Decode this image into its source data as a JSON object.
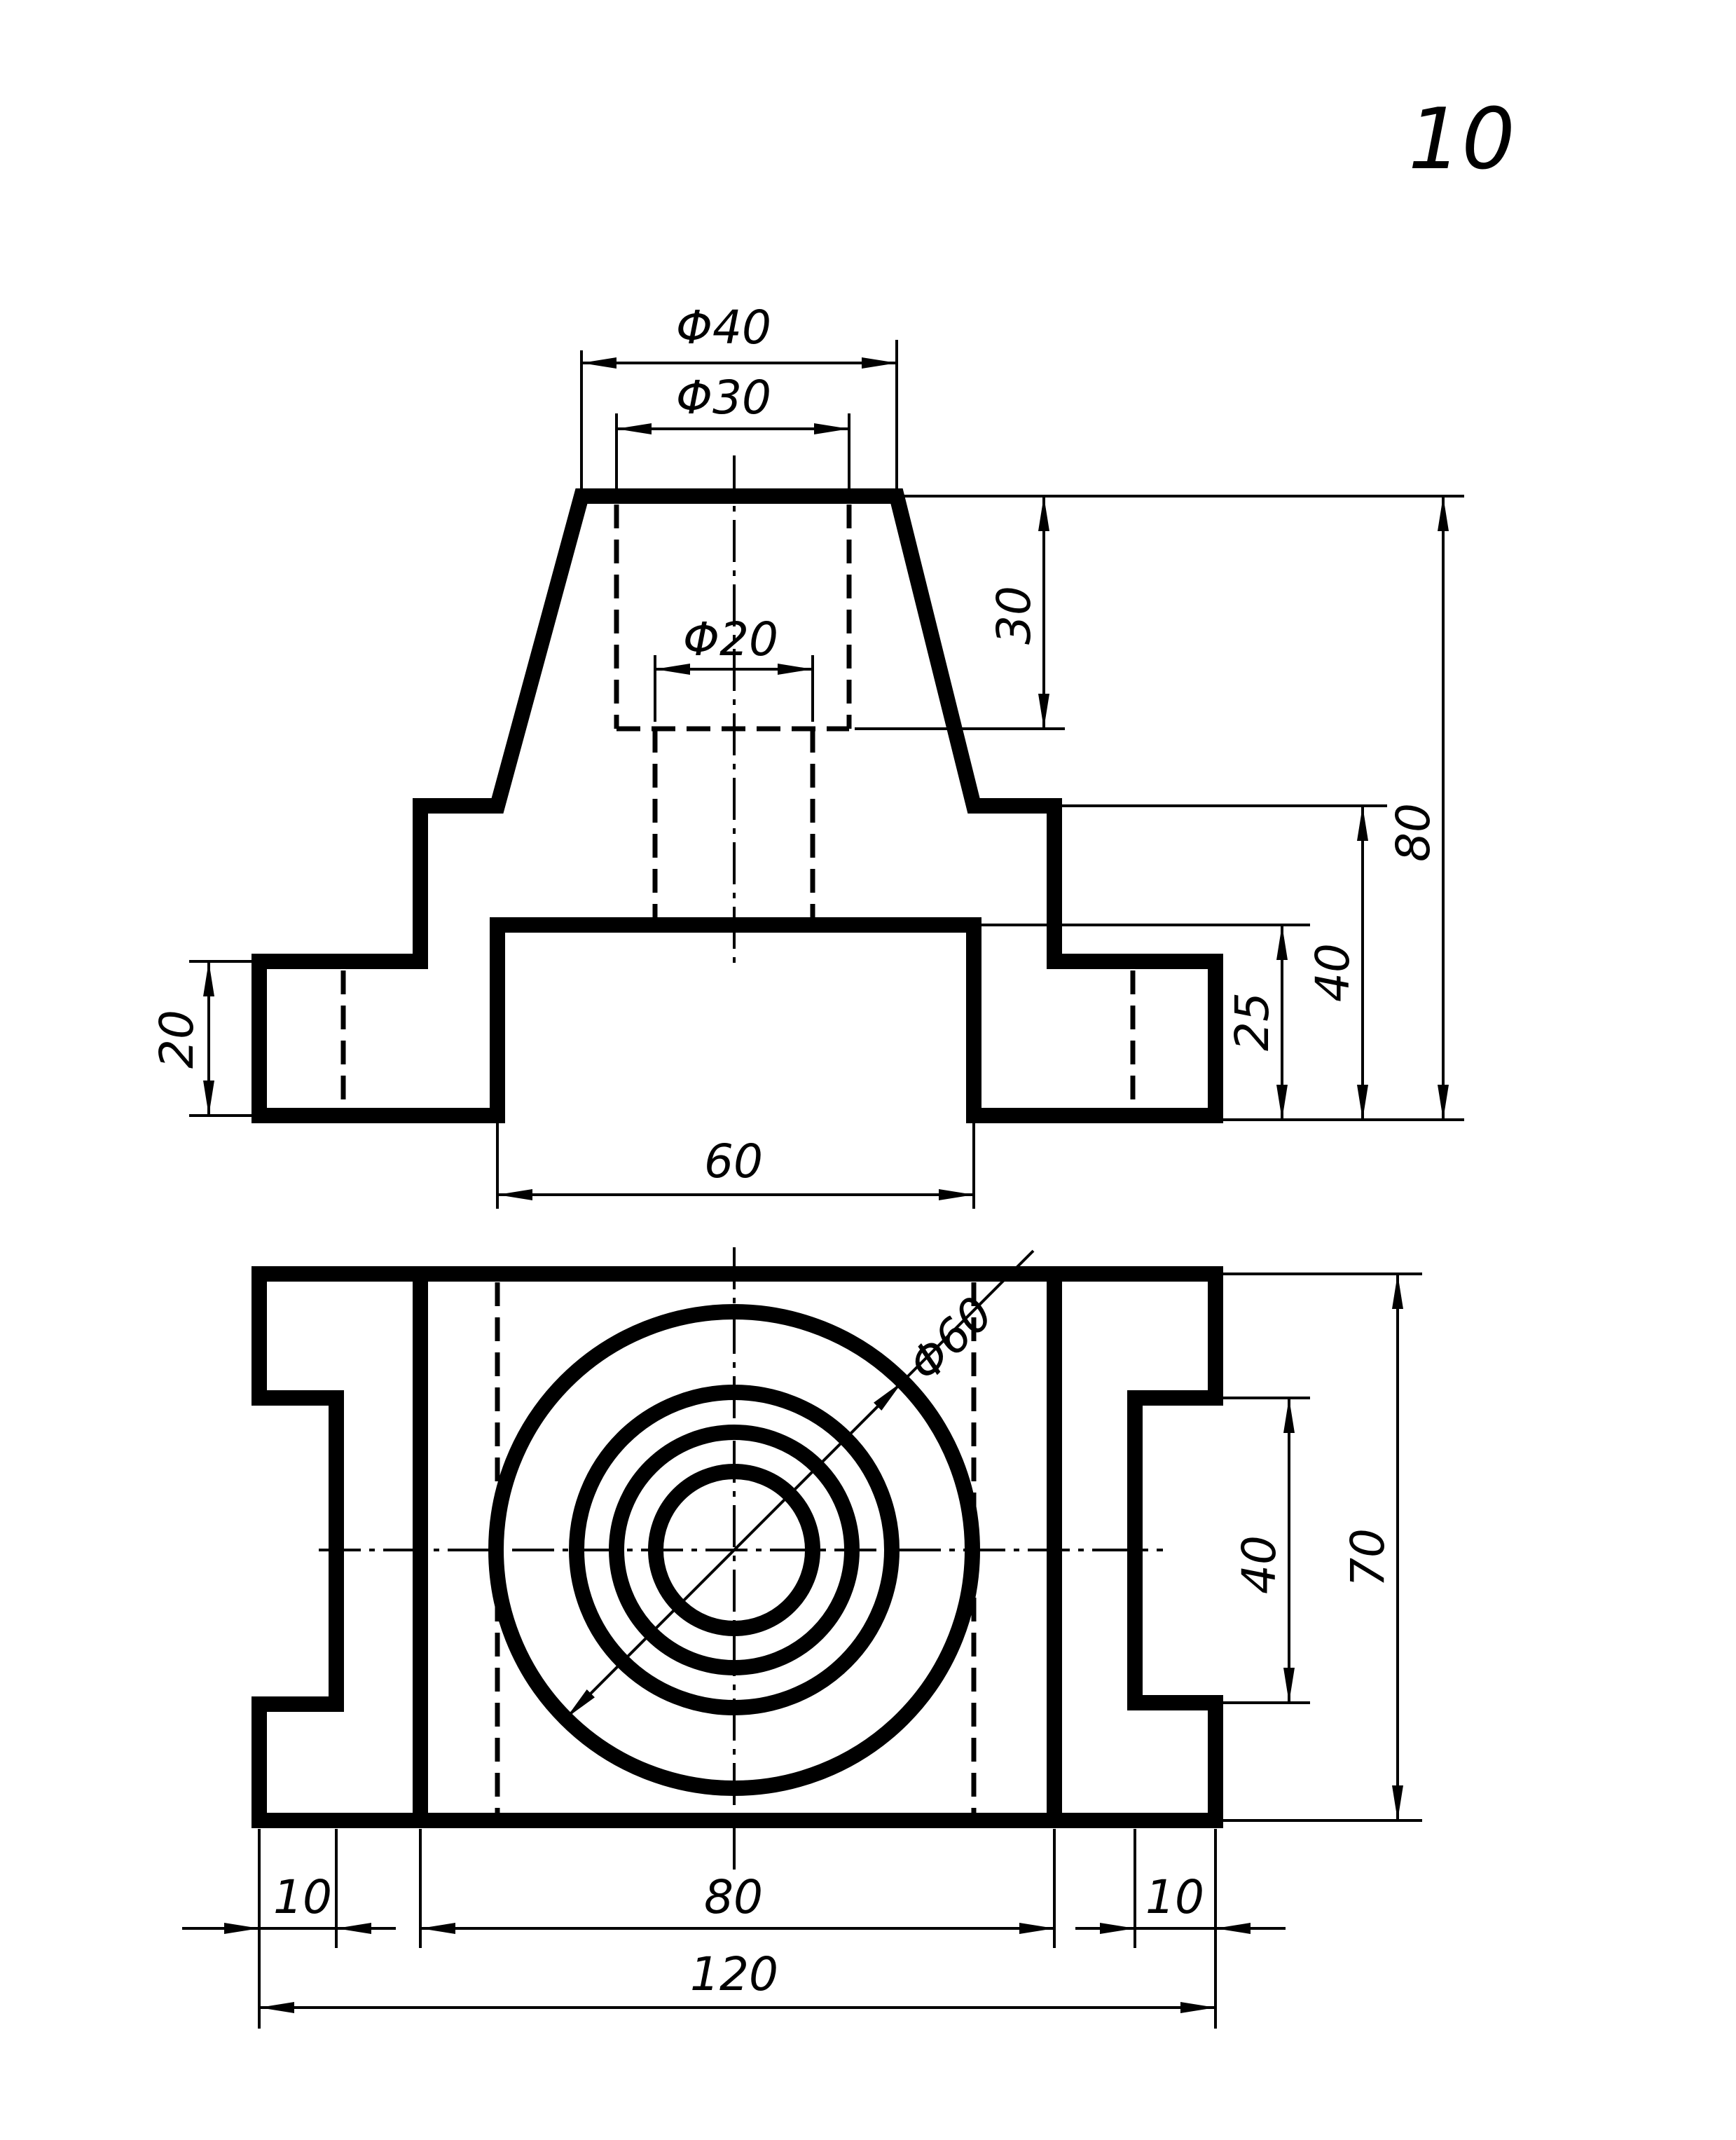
{
  "page_number": "10",
  "dimensions": {
    "front": {
      "dia_top_outer": "Φ40",
      "dia_top_inner": "Φ30",
      "dia_hole": "Φ20",
      "height_cone_hole": "30",
      "height_total": "80",
      "height_block": "40",
      "height_cutout": "25",
      "height_flange": "20",
      "width_cutout": "60"
    },
    "top": {
      "dia_circle": "Φ60",
      "depth_total": "70",
      "depth_slot": "40",
      "width_left_flange": "10",
      "width_middle": "80",
      "width_right_flange": "10",
      "width_total": "120"
    }
  }
}
